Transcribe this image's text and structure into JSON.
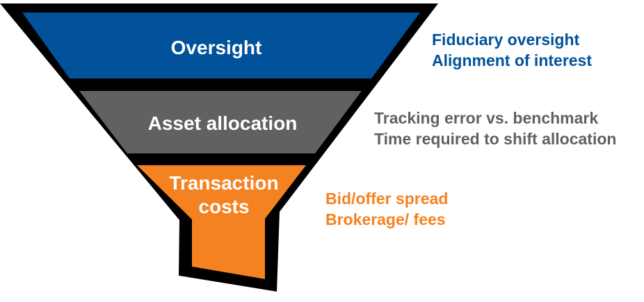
{
  "colors": {
    "oversight": "#01529b",
    "allocation": "#616161",
    "costs": "#f58220",
    "outline": "#000000"
  },
  "funnel": {
    "oversight_label": "Oversight",
    "allocation_label": "Asset allocation",
    "costs_label_line1": "Transaction",
    "costs_label_line2": "costs"
  },
  "notes": {
    "oversight": [
      "Fiduciary oversight",
      "Alignment of interest"
    ],
    "allocation": [
      "Tracking error vs. benchmark",
      "Time required to shift allocation"
    ],
    "costs": [
      "Bid/offer spread",
      "Brokerage/ fees"
    ]
  }
}
